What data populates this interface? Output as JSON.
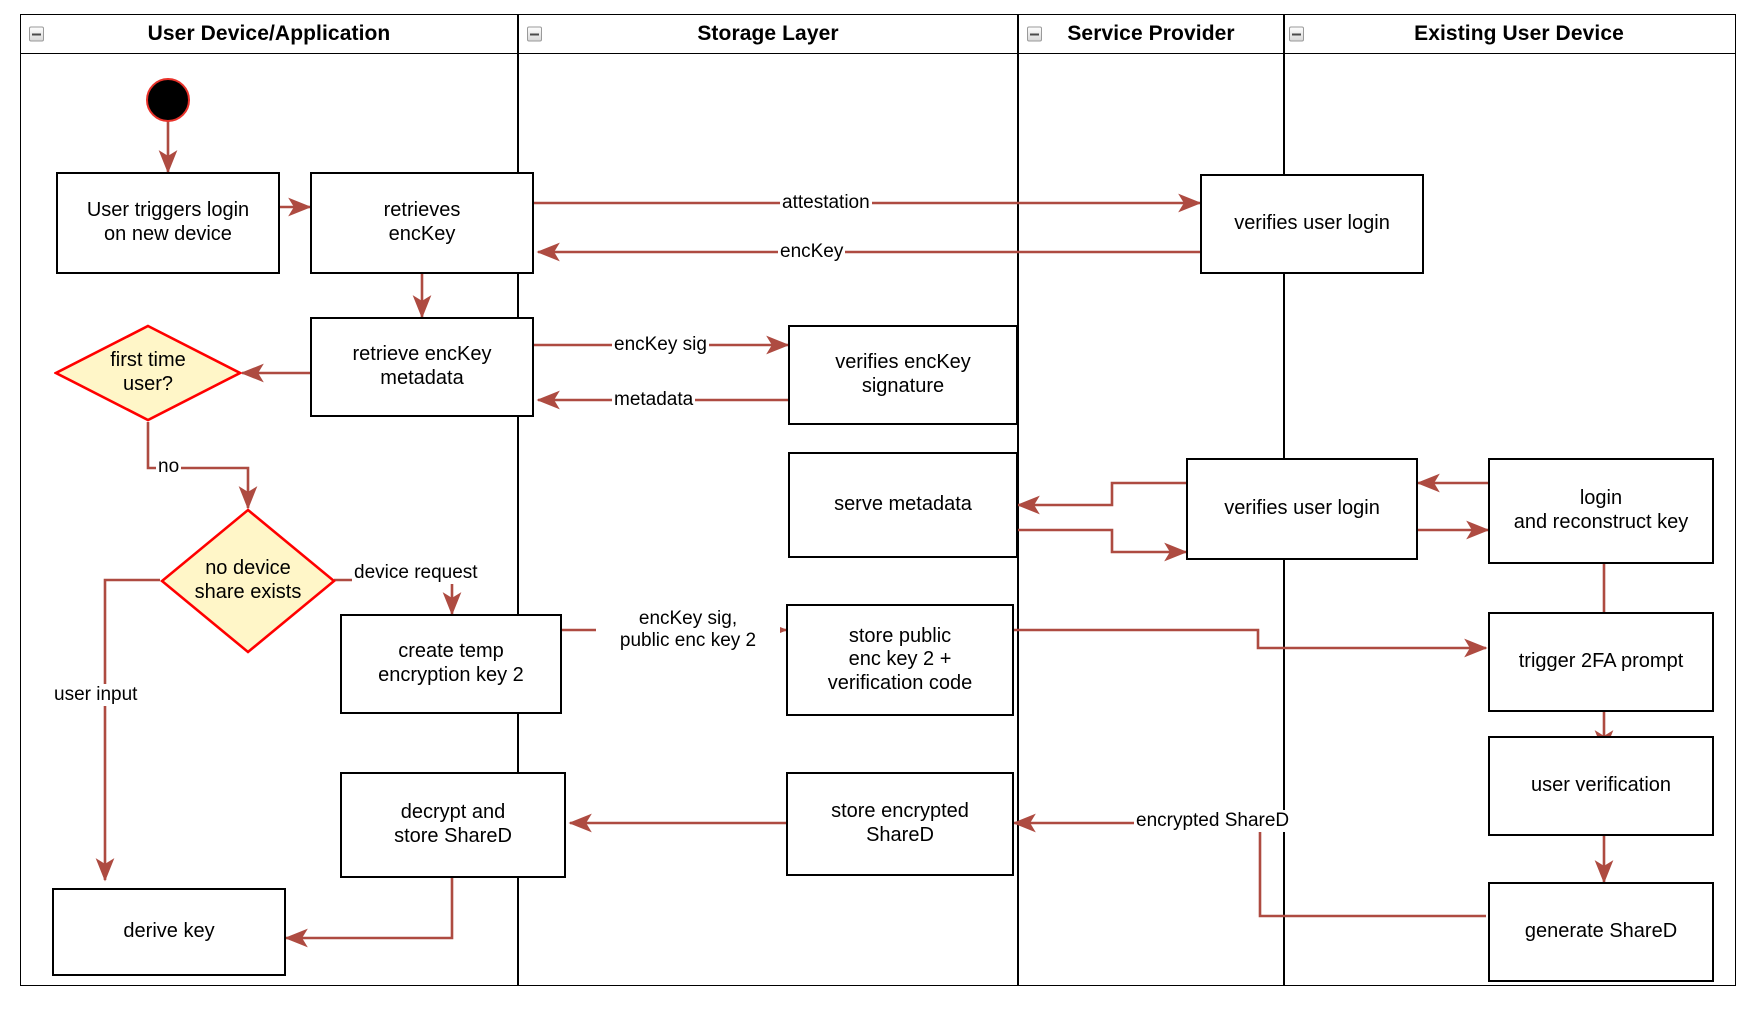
{
  "diagram": {
    "title": "Key recovery / device onboarding activity diagram",
    "accent_connector_color": "#AE4B41",
    "decision_fill": "#FFF6C8",
    "decision_stroke": "#FF0000",
    "node_stroke": "#000000",
    "start_node_fill": "#000000",
    "start_node_stroke": "#E8322A",
    "collapse_icon": "minus-icon"
  },
  "lanes": [
    {
      "id": "user-device",
      "label": "User Device/Application"
    },
    {
      "id": "storage-layer",
      "label": "Storage Layer"
    },
    {
      "id": "service-provider",
      "label": "Service Provider"
    },
    {
      "id": "existing-user-device",
      "label": "Existing User Device"
    }
  ],
  "nodes": [
    {
      "id": "start",
      "lane": "user-device",
      "type": "start",
      "label": ""
    },
    {
      "id": "user-triggers-login",
      "lane": "user-device",
      "type": "action",
      "label": "User triggers login\non new device"
    },
    {
      "id": "retrieves-enckey",
      "lane": "user-device",
      "type": "action",
      "label": "retrieves\nencKey"
    },
    {
      "id": "retrieve-enckey-metadata",
      "lane": "user-device",
      "type": "action",
      "label": "retrieve encKey\nmetadata"
    },
    {
      "id": "first-time-user",
      "lane": "user-device",
      "type": "decision",
      "label": "first time\nuser?"
    },
    {
      "id": "no-device-share-exists",
      "lane": "user-device",
      "type": "decision",
      "label": "no device\nshare exists"
    },
    {
      "id": "create-temp-encryption-key-2",
      "lane": "user-device",
      "type": "action",
      "label": "create temp\nencryption key 2"
    },
    {
      "id": "decrypt-and-store-shared",
      "lane": "user-device",
      "type": "action",
      "label": "decrypt and\nstore ShareD"
    },
    {
      "id": "derive-key",
      "lane": "user-device",
      "type": "action",
      "label": "derive key"
    },
    {
      "id": "verifies-enckey-signature",
      "lane": "storage-layer",
      "type": "action",
      "label": "verifies encKey\nsignature"
    },
    {
      "id": "serve-metadata",
      "lane": "storage-layer",
      "type": "action",
      "label": "serve metadata"
    },
    {
      "id": "store-public-enc-key-2",
      "lane": "storage-layer",
      "type": "action",
      "label": "store public\nenc key 2 +\nverification code"
    },
    {
      "id": "store-encrypted-shared",
      "lane": "storage-layer",
      "type": "action",
      "label": "store encrypted\nShareD"
    },
    {
      "id": "verifies-user-login-1",
      "lane": "service-provider",
      "type": "action",
      "label": "verifies user login"
    },
    {
      "id": "verifies-user-login-2",
      "lane": "service-provider",
      "type": "action",
      "label": "verifies user login"
    },
    {
      "id": "login-and-reconstruct-key",
      "lane": "existing-user-device",
      "type": "action",
      "label": "login\nand reconstruct key"
    },
    {
      "id": "trigger-2fa-prompt",
      "lane": "existing-user-device",
      "type": "action",
      "label": "trigger 2FA prompt"
    },
    {
      "id": "user-verification",
      "lane": "existing-user-device",
      "type": "action",
      "label": "user verification"
    },
    {
      "id": "generate-shared",
      "lane": "existing-user-device",
      "type": "action",
      "label": "generate ShareD"
    }
  ],
  "edges": [
    {
      "id": "e-start",
      "from": "start",
      "to": "user-triggers-login",
      "label": ""
    },
    {
      "id": "e-login-retrieves",
      "from": "user-triggers-login",
      "to": "retrieves-enckey",
      "label": ""
    },
    {
      "id": "e-attestation",
      "from": "retrieves-enckey",
      "to": "verifies-user-login-1",
      "label": "attestation"
    },
    {
      "id": "e-enckey",
      "from": "verifies-user-login-1",
      "to": "retrieves-enckey",
      "label": "encKey"
    },
    {
      "id": "e-retrieves-meta",
      "from": "retrieves-enckey",
      "to": "retrieve-enckey-metadata",
      "label": ""
    },
    {
      "id": "e-enckey-sig",
      "from": "retrieve-enckey-metadata",
      "to": "verifies-enckey-signature",
      "label": "encKey sig"
    },
    {
      "id": "e-metadata",
      "from": "verifies-enckey-signature",
      "to": "retrieve-enckey-metadata",
      "label": "metadata"
    },
    {
      "id": "e-meta-first",
      "from": "retrieve-enckey-metadata",
      "to": "first-time-user",
      "label": ""
    },
    {
      "id": "e-no",
      "from": "first-time-user",
      "to": "no-device-share-exists",
      "label": "no"
    },
    {
      "id": "e-device-request",
      "from": "no-device-share-exists",
      "to": "create-temp-encryption-key-2",
      "label": "device request"
    },
    {
      "id": "e-user-input",
      "from": "no-device-share-exists",
      "to": "derive-key",
      "label": "user input"
    },
    {
      "id": "e-enckey-sig-pub",
      "from": "create-temp-encryption-key-2",
      "to": "store-public-enc-key-2",
      "label": "encKey sig,\npublic enc key 2"
    },
    {
      "id": "e-store-to-2fa",
      "from": "store-public-enc-key-2",
      "to": "trigger-2fa-prompt",
      "label": ""
    },
    {
      "id": "e-login-to-sp",
      "from": "login-and-reconstruct-key",
      "to": "verifies-user-login-2",
      "label": ""
    },
    {
      "id": "e-sp-to-login",
      "from": "verifies-user-login-2",
      "to": "login-and-reconstruct-key",
      "label": ""
    },
    {
      "id": "e-sp-to-serve",
      "from": "verifies-user-login-2",
      "to": "serve-metadata",
      "label": ""
    },
    {
      "id": "e-serve-to-sp",
      "from": "serve-metadata",
      "to": "verifies-user-login-2",
      "label": ""
    },
    {
      "id": "e-login-2fa",
      "from": "login-and-reconstruct-key",
      "to": "trigger-2fa-prompt",
      "label": ""
    },
    {
      "id": "e-2fa-verify",
      "from": "trigger-2fa-prompt",
      "to": "user-verification",
      "label": ""
    },
    {
      "id": "e-verify-generate",
      "from": "user-verification",
      "to": "generate-shared",
      "label": ""
    },
    {
      "id": "e-encrypted-shared",
      "from": "generate-shared",
      "to": "store-encrypted-shared",
      "label": "encrypted ShareD"
    },
    {
      "id": "e-store-decrypt",
      "from": "store-encrypted-shared",
      "to": "decrypt-and-store-shared",
      "label": ""
    },
    {
      "id": "e-decrypt-derive",
      "from": "decrypt-and-store-shared",
      "to": "derive-key",
      "label": ""
    }
  ],
  "edge_labels": {
    "attestation": "attestation",
    "enckey": "encKey",
    "enckey_sig": "encKey sig",
    "metadata": "metadata",
    "no": "no",
    "device_request": "device request",
    "user_input": "user input",
    "enckey_sig_pub_1": "encKey sig,",
    "enckey_sig_pub_2": "public enc key 2",
    "encrypted_shared": "encrypted ShareD"
  },
  "node_labels": {
    "user_triggers_login_1": "User triggers login",
    "user_triggers_login_2": "on new device",
    "retrieves_1": "retrieves",
    "retrieves_2": "encKey",
    "retrieve_meta_1": "retrieve encKey",
    "retrieve_meta_2": "metadata",
    "first_time_1": "first time",
    "first_time_2": "user?",
    "no_device_1": "no device",
    "no_device_2": "share exists",
    "create_temp_1": "create temp",
    "create_temp_2": "encryption key 2",
    "decrypt_store_1": "decrypt and",
    "decrypt_store_2": "store ShareD",
    "derive_key": "derive key",
    "verifies_sig_1": "verifies encKey",
    "verifies_sig_2": "signature",
    "serve_metadata": "serve metadata",
    "store_public_1": "store public",
    "store_public_2": "enc key 2 +",
    "store_public_3": "verification code",
    "store_enc_1": "store encrypted",
    "store_enc_2": "ShareD",
    "verifies_user_login": "verifies user login",
    "login_recon_1": "login",
    "login_recon_2": "and reconstruct key",
    "trigger_2fa": "trigger 2FA prompt",
    "user_verification": "user verification",
    "generate_shared": "generate ShareD"
  }
}
